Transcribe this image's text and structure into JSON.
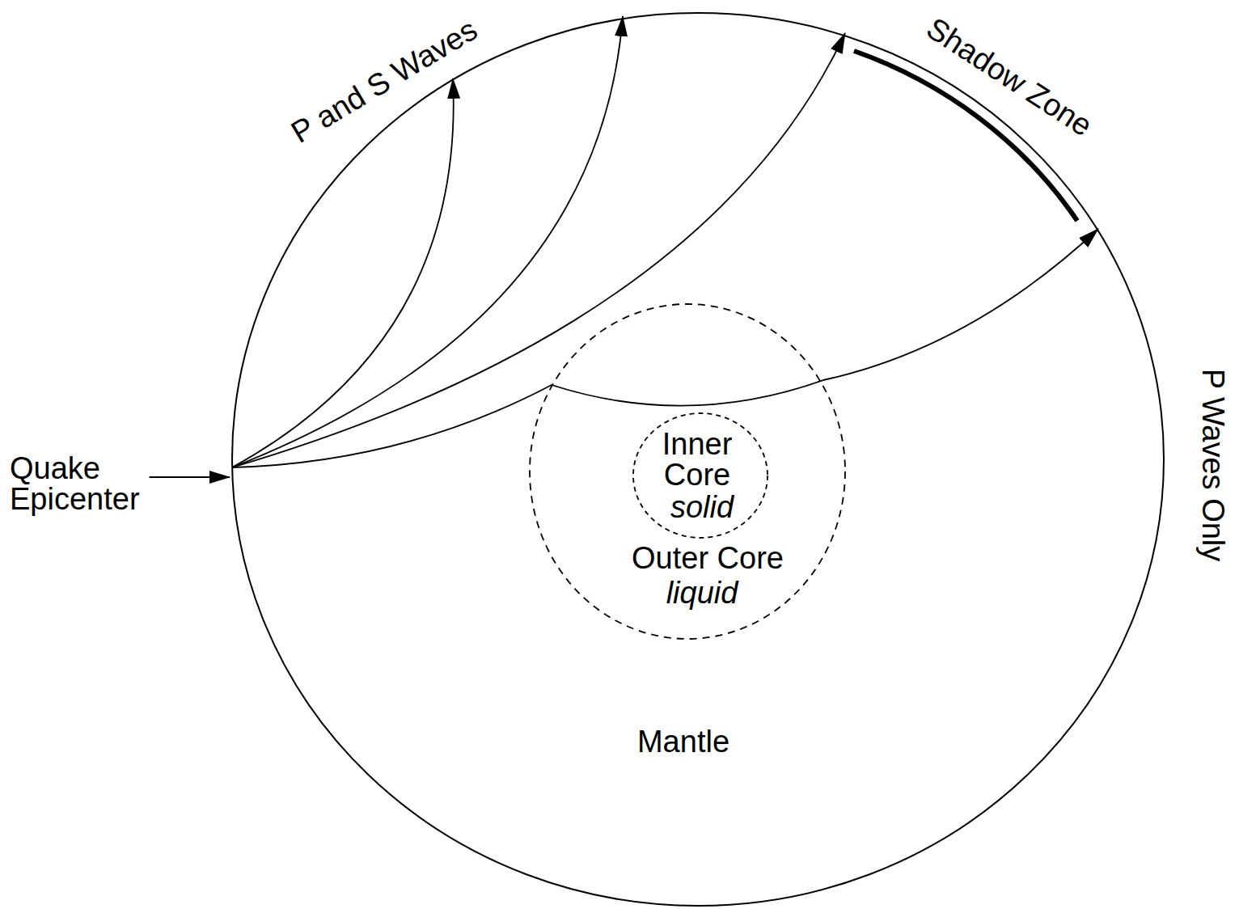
{
  "diagram": {
    "nodes": [
      {
        "text": [
          "Mantle"
        ]
      },
      {
        "text": [
          "Outer Core",
          "liquid"
        ],
        "in": 0
      },
      {
        "text": [
          "Inner Core",
          "solid"
        ],
        "in": 1
      }
    ],
    "labels": [
      "P and S Waves",
      "Shadow Zone",
      "Quake Epicenter",
      "P Waves Only"
    ]
  }
}
